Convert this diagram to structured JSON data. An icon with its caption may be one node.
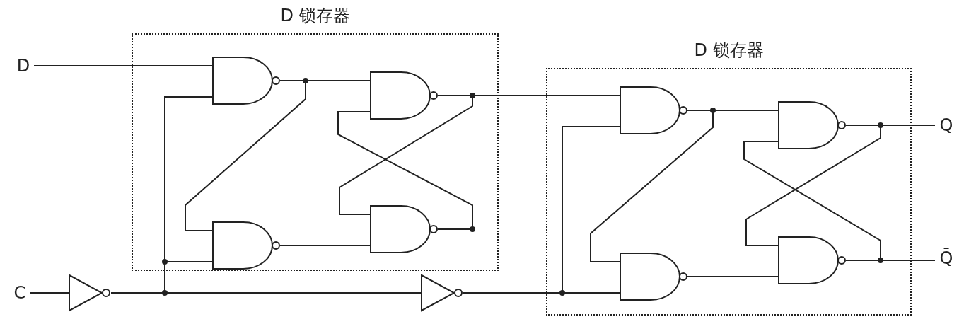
{
  "diagram": {
    "nodes": [
      {
        "text": [
          "D 锁存器"
        ]
      },
      {
        "text": [],
        "shape": "gate",
        "in": 0
      },
      {
        "text": [],
        "shape": "gate",
        "in": 0
      },
      {
        "text": [],
        "shape": "gate",
        "in": 0
      },
      {
        "text": [],
        "shape": "gate",
        "in": 0
      },
      {
        "text": [
          "D 锁存器"
        ]
      },
      {
        "text": [],
        "shape": "gate",
        "in": 5
      },
      {
        "text": [],
        "shape": "gate",
        "in": 5
      },
      {
        "text": [],
        "shape": "gate",
        "in": 5
      },
      {
        "text": [],
        "shape": "gate",
        "in": 5
      },
      {
        "text": [
          "D"
        ]
      },
      {
        "text": [
          "C"
        ]
      },
      {
        "text": [],
        "shape": "triangle"
      },
      {
        "text": [],
        "shape": "triangle"
      },
      {
        "text": [
          "Q"
        ]
      },
      {
        "text": [
          "Q̄"
        ]
      }
    ],
    "edges": [
      {
        "from": 10,
        "to": 1,
        "arrow": "none"
      },
      {
        "from": 11,
        "to": 12,
        "arrow": "none"
      },
      {
        "from": 12,
        "to": 1,
        "arrow": "none"
      },
      {
        "from": 12,
        "to": 3,
        "arrow": "none"
      },
      {
        "from": 12,
        "to": 13,
        "arrow": "none"
      },
      {
        "from": 13,
        "to": 6,
        "arrow": "none"
      },
      {
        "from": 13,
        "to": 8,
        "arrow": "none"
      },
      {
        "from": 1,
        "to": 2,
        "arrow": "none"
      },
      {
        "from": 1,
        "to": 3,
        "arrow": "none"
      },
      {
        "from": 3,
        "to": 4,
        "arrow": "none"
      },
      {
        "from": 2,
        "to": 4,
        "arrow": "none"
      },
      {
        "from": 4,
        "to": 2,
        "arrow": "none"
      },
      {
        "from": 2,
        "to": 6,
        "arrow": "none"
      },
      {
        "from": 6,
        "to": 7,
        "arrow": "none"
      },
      {
        "from": 6,
        "to": 8,
        "arrow": "none"
      },
      {
        "from": 8,
        "to": 9,
        "arrow": "none"
      },
      {
        "from": 7,
        "to": 14,
        "arrow": "none"
      },
      {
        "from": 7,
        "to": 9,
        "arrow": "none"
      },
      {
        "from": 9,
        "to": 7,
        "arrow": "none"
      },
      {
        "from": 9,
        "to": 15,
        "arrow": "none"
      }
    ]
  }
}
